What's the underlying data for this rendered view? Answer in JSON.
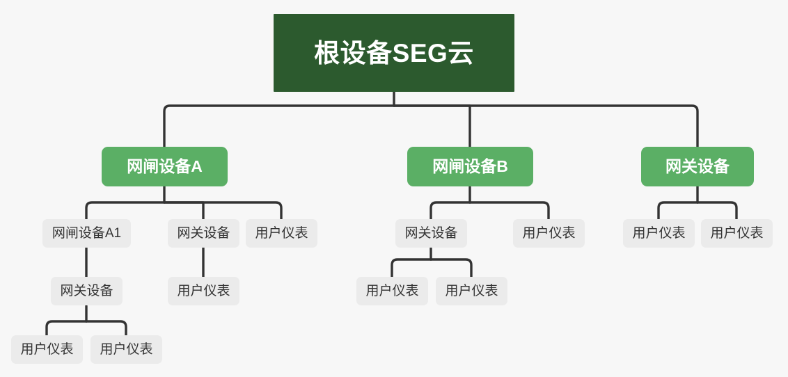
{
  "diagram": {
    "title_text": "根设备SEG云",
    "background_color": "#f7f7f7",
    "root_color": "#2c5a2e",
    "level2_color": "#5baf65",
    "leaf_color": "#ebebeb",
    "connector_color": "#333333"
  },
  "nodes": {
    "root": {
      "label": "根设备SEG云"
    },
    "l2_a": {
      "label": "网闸设备A"
    },
    "l2_b": {
      "label": "网闸设备B"
    },
    "l2_c": {
      "label": "网关设备"
    },
    "a_c1": {
      "label": "网闸设备A1"
    },
    "a_c2": {
      "label": "网关设备"
    },
    "a_c3": {
      "label": "用户仪表"
    },
    "a_c1_g1": {
      "label": "网关设备"
    },
    "a_c2_g1": {
      "label": "用户仪表"
    },
    "a_c1_g1_h1": {
      "label": "用户仪表"
    },
    "a_c1_g1_h2": {
      "label": "用户仪表"
    },
    "b_c1": {
      "label": "网关设备"
    },
    "b_c2": {
      "label": "用户仪表"
    },
    "b_c1_g1": {
      "label": "用户仪表"
    },
    "b_c1_g2": {
      "label": "用户仪表"
    },
    "c_c1": {
      "label": "用户仪表"
    },
    "c_c2": {
      "label": "用户仪表"
    }
  }
}
